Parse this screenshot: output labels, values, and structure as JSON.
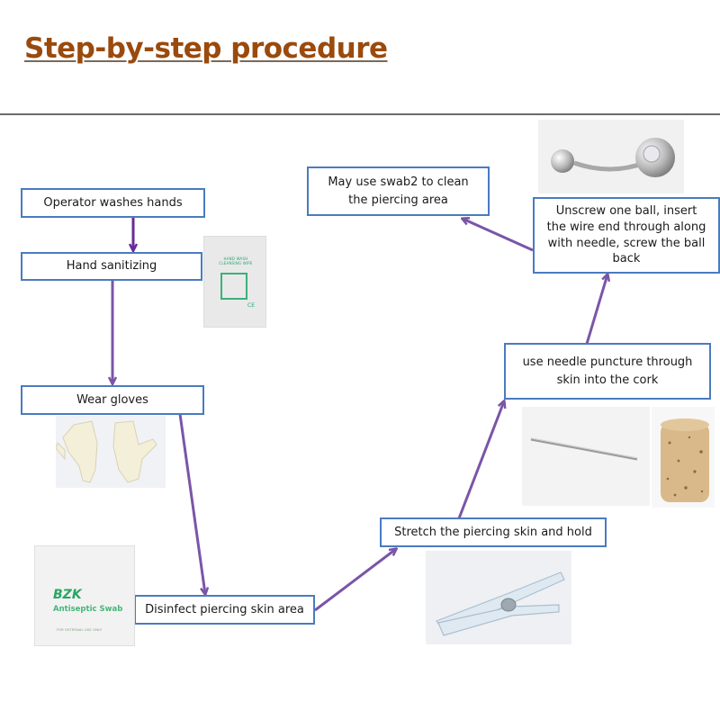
{
  "title": "Step-by-step procedure",
  "steps": [
    {
      "id": "wash",
      "label": "Operator washes hands"
    },
    {
      "id": "sanitize",
      "label": "Hand sanitizing"
    },
    {
      "id": "gloves",
      "label": "Wear gloves"
    },
    {
      "id": "disinfect",
      "label": "Disinfect piercing skin area"
    },
    {
      "id": "stretch",
      "label": "Stretch the piercing skin and hold"
    },
    {
      "id": "puncture",
      "label_line1": "use needle puncture through",
      "label_line2": "skin into the cork"
    },
    {
      "id": "insert",
      "label_line1": "Unscrew one ball, insert",
      "label_line2": "the wire end through along",
      "label_line3": "with needle, screw the ball",
      "label_line4": "back"
    },
    {
      "id": "clean",
      "label_line1": "May use swab2 to clean",
      "label_line2": "the piercing area"
    }
  ],
  "images": {
    "wipe_packet": {
      "line1": "HAND WASH",
      "line2": "CLEANSING WIPE",
      "mark": "CE"
    },
    "swab_packet": {
      "brand": "BZK",
      "name": "Antiseptic Swab",
      "fine_print": "FOR EXTERNAL USE ONLY"
    },
    "gloves": "gloves-photo",
    "clamp": "clamp-photo",
    "needle": "needle-photo",
    "cork": "cork-photo",
    "barbell": "barbell-photo"
  },
  "colors": {
    "title": "#9a4a0c",
    "box_border": "#4a7bbf",
    "arrow": "#7a55a8",
    "arrow_dark": "#6a2a9a"
  }
}
